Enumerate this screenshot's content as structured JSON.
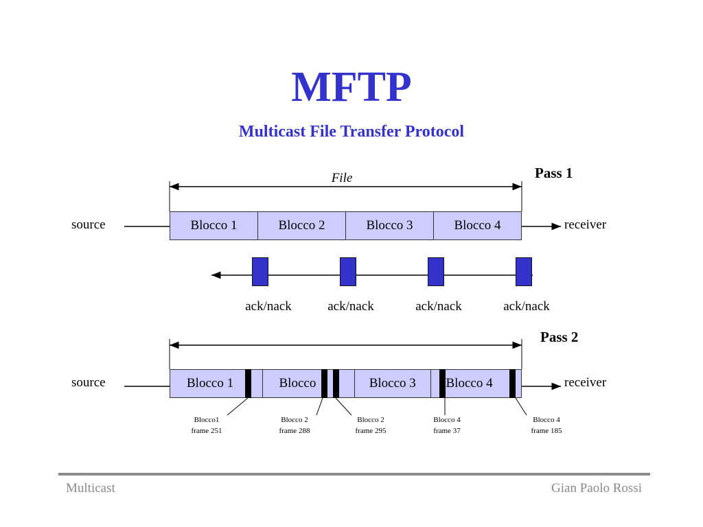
{
  "title": "MFTP",
  "subtitle": "Multicast File Transfer Protocol",
  "pass1": {
    "label": "Pass 1",
    "file_label": "File",
    "source_label": "source",
    "receiver_label": "receiver",
    "blocks": [
      "Blocco 1",
      "Blocco 2",
      "Blocco 3",
      "Blocco 4"
    ],
    "ack_labels": [
      "ack/nack",
      "ack/nack",
      "ack/nack",
      "ack/nack"
    ]
  },
  "pass2": {
    "label": "Pass 2",
    "source_label": "source",
    "receiver_label": "receiver",
    "blocks": [
      "Blocco 1",
      "Blocco",
      "Blocco 3",
      "Blocco 4"
    ],
    "frames": [
      {
        "line1": "Blocco1",
        "line2": "frame 251"
      },
      {
        "line1": "Blocco 2",
        "line2": "frame 288"
      },
      {
        "line1": "Blocco 2",
        "line2": "frame 295"
      },
      {
        "line1": "Blocco 4",
        "line2": "frame 37"
      },
      {
        "line1": "Blocco 4",
        "line2": "frame 185"
      }
    ]
  },
  "footer": {
    "left": "Multicast",
    "right": "Gian Paolo Rossi"
  },
  "colors": {
    "accent": "#3333cc",
    "block_fill": "#ccccff",
    "footer_gray": "#8a8a8a"
  }
}
